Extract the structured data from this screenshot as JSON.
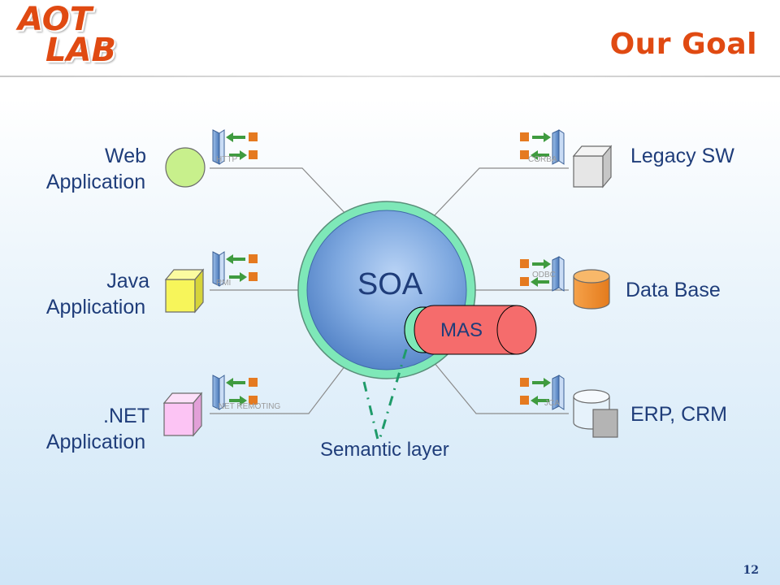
{
  "logo": {
    "line1": "AOT",
    "line2": "LAB"
  },
  "title": "Our Goal",
  "soa": {
    "label": "SOA"
  },
  "mas": {
    "label": "MAS"
  },
  "semantic_layer": "Semantic layer",
  "left_nodes": [
    {
      "line1": "Web",
      "line2": "Application",
      "connector": "HTTP"
    },
    {
      "line1": "Java",
      "line2": "Application",
      "connector": "RMI"
    },
    {
      "line1": ".NET",
      "line2": "Application",
      "connector": ".NET REMOTING"
    }
  ],
  "right_nodes": [
    {
      "label": "Legacy SW",
      "connector": "CORBA"
    },
    {
      "label": "Data Base",
      "connector": "ODBC"
    },
    {
      "label": "ERP, CRM",
      "connector": "JCA"
    }
  ],
  "page_number": "12",
  "colors": {
    "accent": "#e04a12",
    "text": "#1f3d7a",
    "soa_fill": "#7fa9e0",
    "soa_ring": "#7ee8b8",
    "mas_fill": "#f56c6c",
    "mas_ring": "#7ee8b8",
    "adapter_arrow": "#3f9b3f",
    "adapter_square": "#e57a20",
    "semantic_dash": "#1f9b6a"
  }
}
